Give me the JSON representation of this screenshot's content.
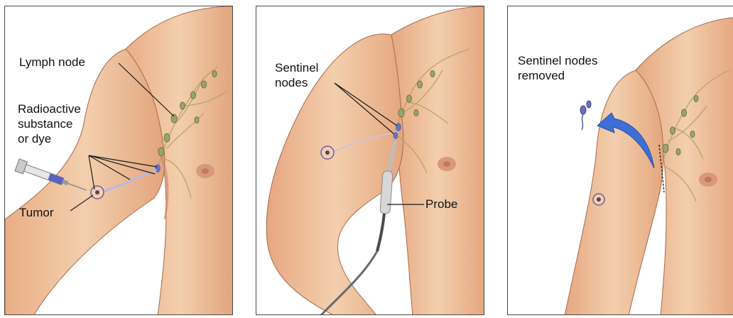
{
  "colors": {
    "skin_light": "#f1c6a0",
    "skin_mid": "#e4a57c",
    "skin_dark": "#c98060",
    "lymph": "#b9a56a",
    "node": "#8e9a62",
    "dye": "#6b6fc0",
    "arrow": "#3d6fd6",
    "line": "#1a1a1a"
  },
  "panel1": {
    "lymph_node": "Lymph node",
    "radioactive": "Radioactive\nsubstance\nor dye",
    "tumor": "Tumor"
  },
  "panel2": {
    "sentinel": "Sentinel\nnodes",
    "probe": "Probe"
  },
  "panel3": {
    "removed": "Sentinel nodes\nremoved"
  }
}
